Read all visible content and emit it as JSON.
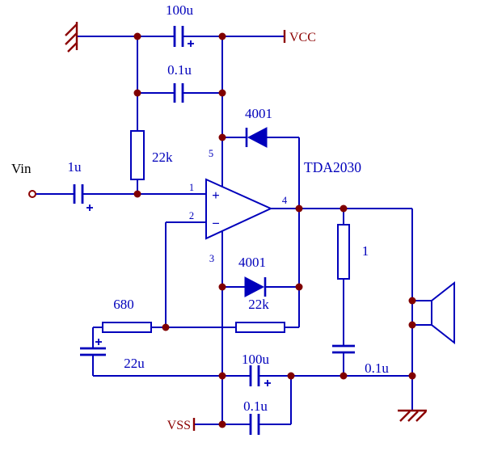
{
  "schematic": {
    "power": {
      "vcc": "VCC",
      "vss": "VSS"
    },
    "input": {
      "label": "Vin"
    },
    "opamp": {
      "name": "TDA2030",
      "plus": "+",
      "minus": "−",
      "pins": {
        "p1": "1",
        "p2": "2",
        "p3": "3",
        "p4": "4",
        "p5": "5"
      }
    },
    "components": {
      "c100u_top": "100u",
      "c01u_top": "0.1u",
      "c1u_in": "1u",
      "r22k_bias": "22k",
      "d4001_top": "4001",
      "d4001_bottom": "4001",
      "r22k_fb": "22k",
      "r680": "680",
      "c22u": "22u",
      "c100u_bottom": "100u",
      "c01u_bottom": "0.1u",
      "r1_zobel": "1",
      "c01u_zobel": "0.1u"
    }
  },
  "colors": {
    "wire": "#0000BB",
    "junction": "#800000",
    "power": "#8B0000",
    "text": "#000000",
    "bg": "#FFFFFF"
  }
}
